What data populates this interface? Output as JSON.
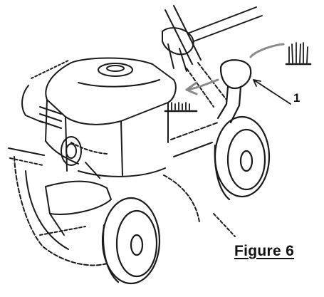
{
  "callouts": [
    {
      "number": "1",
      "target": "height-adjust-knob"
    }
  ],
  "figure_label": "Figure 6",
  "icons": [
    "tall-grass-icon",
    "short-grass-icon"
  ],
  "colors": {
    "ink": "#1a1a1a",
    "paper": "#ffffff",
    "hatch": "#8a8a8a"
  }
}
